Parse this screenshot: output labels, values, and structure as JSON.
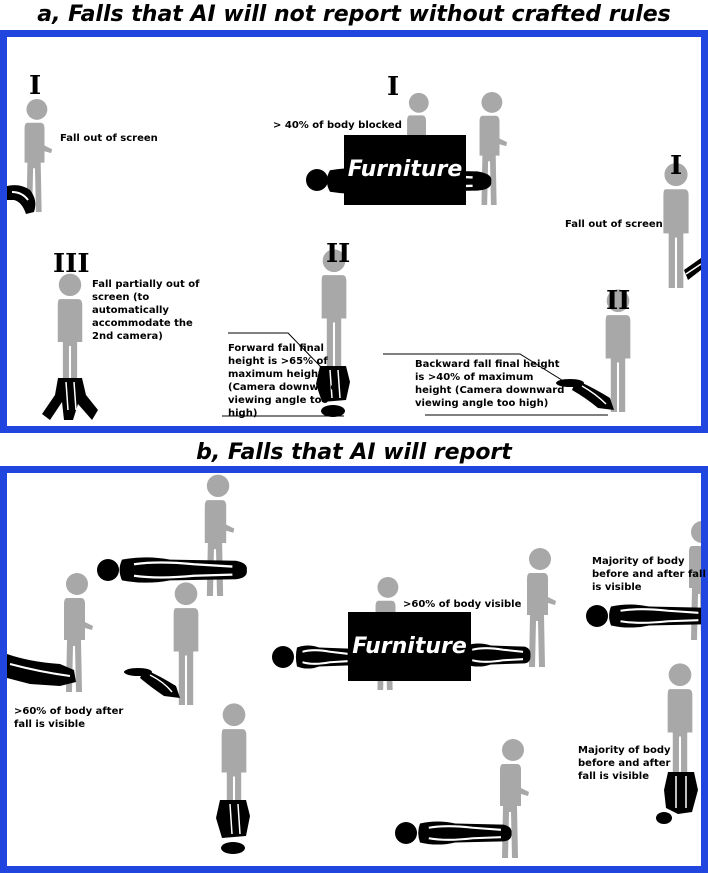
{
  "title_a": "a, Falls that AI will not report without crafted rules",
  "title_b": "b, Falls that AI will report",
  "panel_a": {
    "labels": {
      "l1": "Fall out of screen",
      "l2": "> 40% of body blocked",
      "l3": "Fall out of screen",
      "l4": "Fall partially out of screen (to automatically accommodate the 2nd camera)",
      "l5": "Forward fall final height is >65% of maximum height (Camera downward viewing angle too high)",
      "l6": "Backward fall final height is >40% of maximum height (Camera downward viewing angle too high)"
    },
    "romans": {
      "r1": "I",
      "r2": "I",
      "r3": "I",
      "r4": "III",
      "r5": "II",
      "r6": "II"
    },
    "furniture": "Furniture"
  },
  "panel_b": {
    "labels": {
      "l1": ">60% of body visible",
      "l2": "Majority of body before and after fall is visible",
      "l3": ">60% of body after fall is visible",
      "l4": "Majority of body before and after fall is visible"
    },
    "furniture": "Furniture"
  },
  "colors": {
    "frame": "#2146e0",
    "standing": "#a8a8a8",
    "fallen": "#000000",
    "fallen_outline": "#ffffff"
  }
}
